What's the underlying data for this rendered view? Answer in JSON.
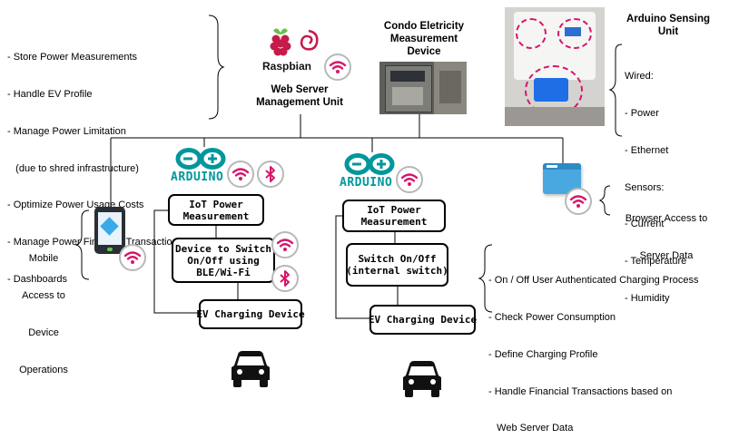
{
  "server": {
    "features": [
      "- Store Power Measurements",
      "- Handle EV Profile",
      "- Manage Power Limitation",
      "   (due to shred infrastructure)",
      "- Optimize Power Usage Costs",
      "- Manage Power Financial Transactions",
      "- Dashboards"
    ],
    "logo_text": "Raspbian",
    "title_line1": "Web Server",
    "title_line2": "Management Unit"
  },
  "meter": {
    "title_line1": "Condo Eletricity",
    "title_line2": "Measurement",
    "title_line3": "Device"
  },
  "sensing": {
    "title_line1": "Arduino Sensing",
    "title_line2": "Unit",
    "details": [
      "Wired:",
      "- Power",
      "- Ethernet",
      "Sensors:",
      "- Current",
      "- Temperature",
      "- Humidity"
    ]
  },
  "mobile": {
    "label": [
      "Mobile",
      "Access to",
      "Device",
      "Operations"
    ]
  },
  "browser": {
    "label_line1": "Browser Access to",
    "label_line2": "Server Data"
  },
  "left_unit": {
    "arduino_text": "ARDUINO",
    "iot_box": "IoT Power\nMeasurement",
    "switch_box": "Device to Switch\nOn/Off using\nBLE/Wi-Fi",
    "ev_box": "EV Charging Device"
  },
  "right_unit": {
    "arduino_text": "ARDUINO",
    "iot_box": "IoT Power\nMeasurement",
    "switch_box": "Switch On/Off\n(internal switch)",
    "ev_box": "EV Charging Device"
  },
  "process": {
    "items": [
      "- On / Off User Authenticated Charging Process",
      "- Check Power Consumption",
      "- Define Charging Profile",
      "- Handle Financial Transactions based on",
      "   Web Server Data"
    ]
  },
  "colors": {
    "wifi": "#d6166b",
    "arduino": "#00979c",
    "raspberry": "#c51a4a",
    "leaf": "#6cc04a",
    "phone": "#2a2f36",
    "cube": "#3aa9e8",
    "browser": "#4aa8e0"
  },
  "icons": [
    "raspberry-pi-icon",
    "wifi-icon",
    "bluetooth-icon",
    "arduino-icon",
    "phone-icon",
    "browser-icon",
    "car-icon"
  ]
}
